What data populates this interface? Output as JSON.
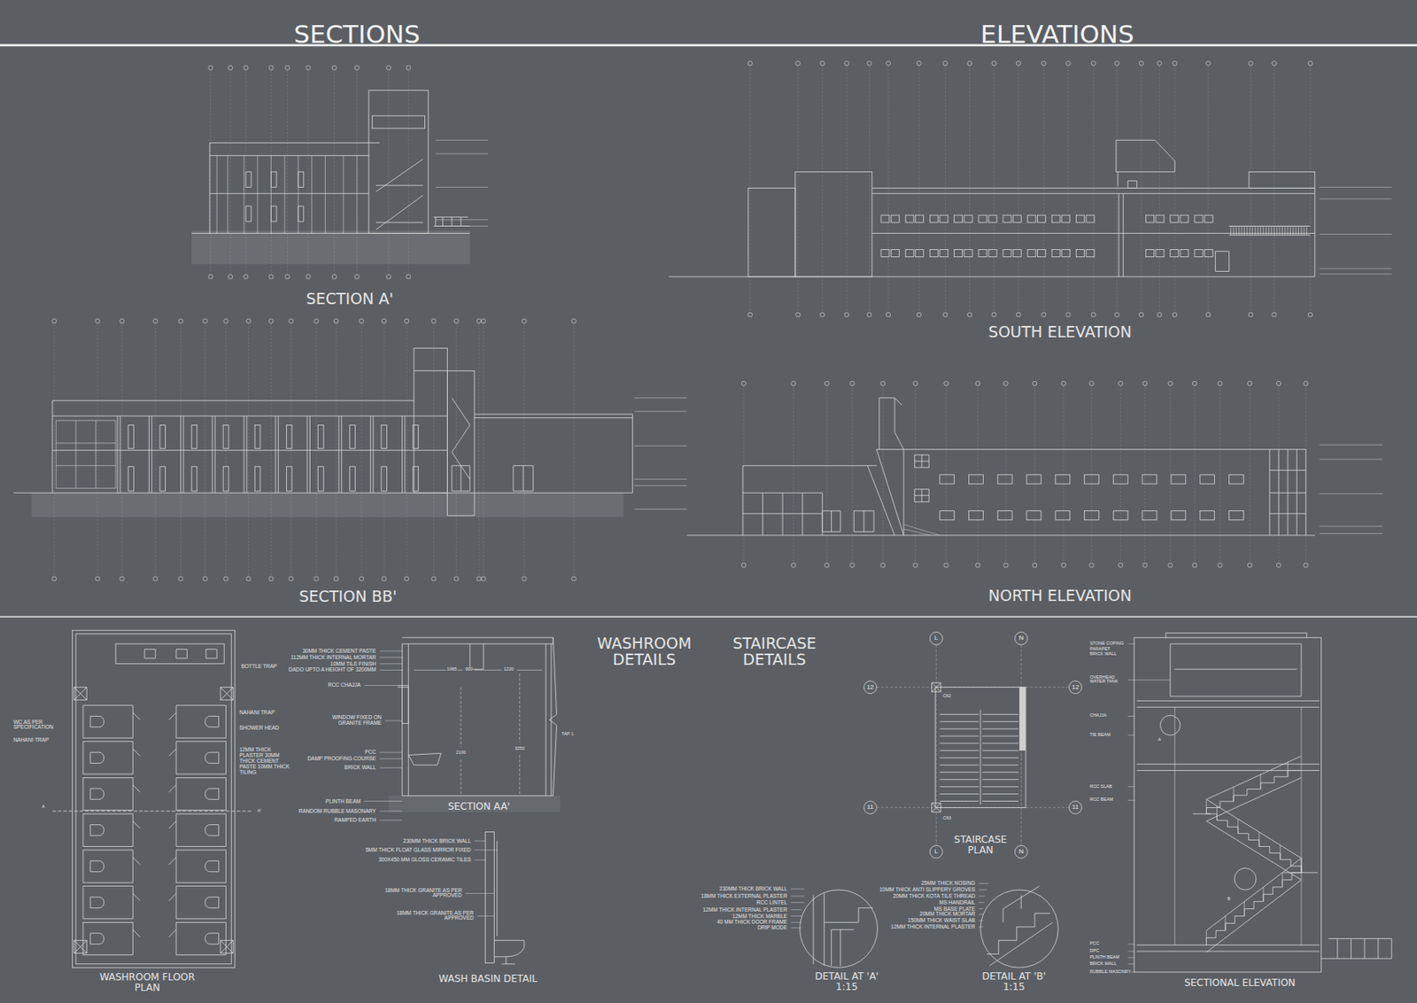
{
  "diagram": {
    "labels": [
      "SECTIONS",
      "ELEVATIONS",
      "SECTION A'",
      "SOUTH ELEVATION",
      "SECTION BB'",
      "NORTH ELEVATION",
      "WASHROOM DETAILS",
      "STAIRCASE DETAILS",
      "BOTTLE TRAP",
      "WC AS PER SPECIFICATION",
      "NAHANI TRAP",
      "NAHANI TRAP",
      "SHOWER HEAD",
      "12MM THICK PLASTER 30MM THICK CEMENT PASTE 10MM THICK TILING",
      "A",
      "A'",
      "WASHROOM FLOOR PLAN",
      "30MM THICK CEMENT PASTE",
      "112MM THICK INTERNAL MORTAR",
      "10MM TILE FINISH",
      "DADO UPTO A HEIGHT OF 3200MM",
      "RCC CHAJJA",
      "WINDOW FIXED ON GRANITE FRAME",
      "PCC",
      "DAMP PROOFING COURSE",
      "BRICK WALL",
      "PLINTH BEAM",
      "RANDOM RUBBLE MASONARY",
      "RAMPED EARTH",
      "SECTION AA'",
      "1065",
      "900",
      "1220",
      "2100",
      "3250",
      "TAP 1",
      "230MM THICK BRICK WALL",
      "5MM THICK FLOAT GLASS MIRROR FIXED",
      "300X450 MM GLOSS CERAMIC TILES",
      "18MM THICK GRANITE AS PER APPROVED",
      "18MM THICK GRANITE AS PER APPROVED",
      "WASH BASIN DETAIL",
      "L",
      "N",
      "12",
      "12",
      "C62",
      "11",
      "11",
      "C63",
      "L",
      "N",
      "STAIRCASE PLAN",
      "230MM THICK BRICK WALL",
      "18MM THICK EXTERNAL PLASTER",
      "RCC LINTEL",
      "12MM THICK INTERNAL PLASTER",
      "12MM THICK MARBLE",
      "40 MM THICK DOOR FRAME",
      "DRIP MODE",
      "DETAIL AT 'A' 1:15",
      "25MM THICK NOSING",
      "10MM THICK ANTI SLIPPERY GROVES",
      "20MM THICK KOTA TILE THREAD",
      "MS HANDRAIL",
      "MS BASE PLATE",
      "20MM THICK MORTAR",
      "150MM THICK WAIST SLAB",
      "12MM THICK INTERNAL PLASTER",
      "DETAIL AT 'B' 1:15",
      "STONE COPING",
      "PARAPET",
      "BRICK WALL",
      "OVERHEAD WATER TANK",
      "CHAJJA",
      "TIE BEAM",
      "RCC SLAB",
      "RCC BEAM",
      "PCC",
      "DPC",
      "PLINTH BEAM",
      "BRICK WALL",
      "RUBBLE MASONRY",
      "A",
      "B",
      "SECTIONAL ELEVATION"
    ]
  }
}
